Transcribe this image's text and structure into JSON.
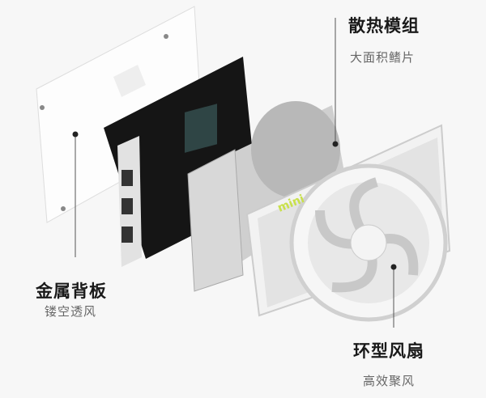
{
  "callouts": {
    "heatsink": {
      "title": "散热模组",
      "subtitle": "大面积鳍片"
    },
    "backplate": {
      "title": "金属背板",
      "subtitle": "镂空透风"
    },
    "fan": {
      "title": "环型风扇",
      "subtitle": "高效聚风"
    }
  },
  "logo_text": "mini",
  "colors": {
    "background": "#f7f7f7",
    "leader_line": "#555555",
    "pcb": "#151515",
    "logo_accent": "#c8e04a"
  }
}
